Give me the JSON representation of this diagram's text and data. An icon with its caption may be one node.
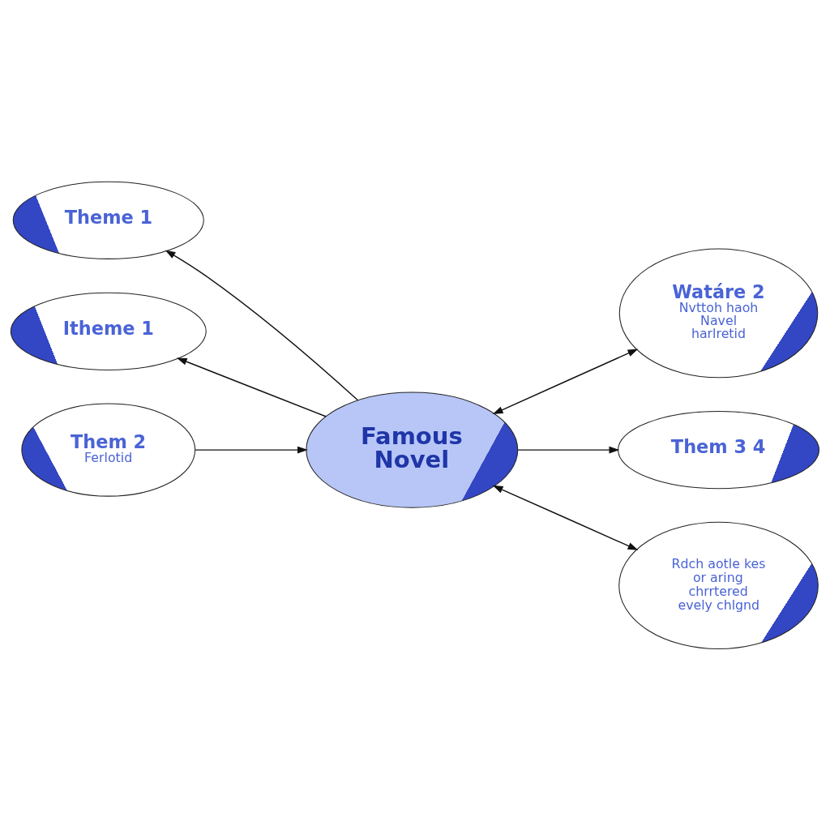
{
  "diagram": {
    "nodes": [
      {
        "text": [
          "Theme 1"
        ]
      },
      {
        "text": [
          "Watáre 2",
          "Nvttoh haoh Navel harlretid"
        ]
      },
      {
        "text": [
          "Itheme 1"
        ]
      },
      {
        "text": [
          "Famous Novel"
        ]
      },
      {
        "text": [
          "Them 3 4"
        ]
      },
      {
        "text": [
          "Them 2",
          "Ferlotid"
        ]
      },
      {
        "text": [
          "Rdch aotle kes or aring chrrtered evely chlgnd"
        ]
      }
    ],
    "edges": [
      {
        "from": 3,
        "to": 0,
        "arrow": "to"
      },
      {
        "from": 3,
        "to": 1,
        "arrow": "both"
      },
      {
        "from": 3,
        "to": 2,
        "arrow": "to"
      },
      {
        "from": 3,
        "to": 4,
        "arrow": "to"
      },
      {
        "from": 5,
        "to": 3,
        "arrow": "to"
      },
      {
        "from": 3,
        "to": 6,
        "arrow": "both"
      }
    ]
  }
}
